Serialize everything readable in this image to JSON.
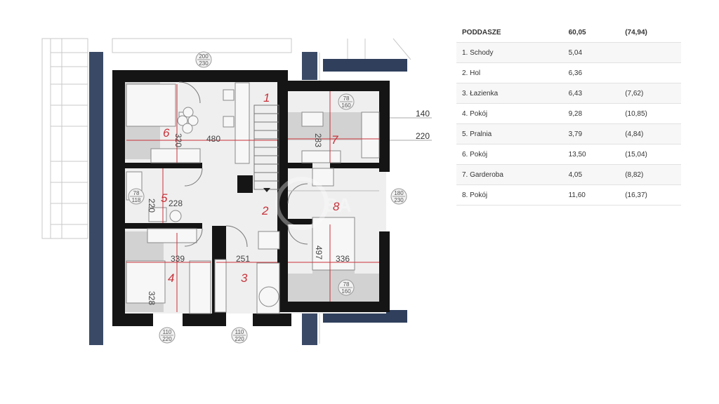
{
  "table": {
    "header": {
      "name": "PODDASZE",
      "area": "60,05",
      "area_total": "(74,94)"
    },
    "rows": [
      {
        "name": "1. Schody",
        "area": "5,04",
        "area_total": ""
      },
      {
        "name": "2. Hol",
        "area": "6,36",
        "area_total": ""
      },
      {
        "name": "3. Łazienka",
        "area": "6,43",
        "area_total": "(7,62)"
      },
      {
        "name": "4. Pokój",
        "area": "9,28",
        "area_total": "(10,85)"
      },
      {
        "name": "5. Pralnia",
        "area": "3,79",
        "area_total": "(4,84)"
      },
      {
        "name": "6. Pokój",
        "area": "13,50",
        "area_total": "(15,04)"
      },
      {
        "name": "7. Garderoba",
        "area": "4,05",
        "area_total": "(8,82)"
      },
      {
        "name": "8. Pokój",
        "area": "11,60",
        "area_total": "(16,37)"
      }
    ]
  },
  "plan": {
    "rooms": {
      "r1": "1",
      "r2": "2",
      "r3": "3",
      "r4": "4",
      "r5": "5",
      "r6": "6",
      "r7": "7",
      "r8": "8"
    },
    "dims": {
      "d320": "320",
      "d480": "480",
      "d283": "283",
      "d220": "220",
      "d228": "228",
      "d497": "497",
      "d339": "339",
      "d251": "251",
      "d336": "336",
      "d328": "328"
    },
    "windows": {
      "w_top_a": "200",
      "w_top_b": "230",
      "w_78a_a": "78",
      "w_78a_b": "160",
      "w_78b_a": "78",
      "w_78b_b": "118",
      "w_180_a": "180",
      "w_180_b": "230",
      "w_78c_a": "78",
      "w_78c_b": "160",
      "w_110a_a": "110",
      "w_110a_b": "220",
      "w_110b_a": "110",
      "w_110b_b": "220"
    },
    "side": {
      "s140": "140",
      "s220": "220"
    },
    "watermark": "SA"
  },
  "colors": {
    "wall": "#151515",
    "roof": "#3a4a66",
    "room_number": "#c8323a",
    "shade": "#d2d2d2"
  }
}
